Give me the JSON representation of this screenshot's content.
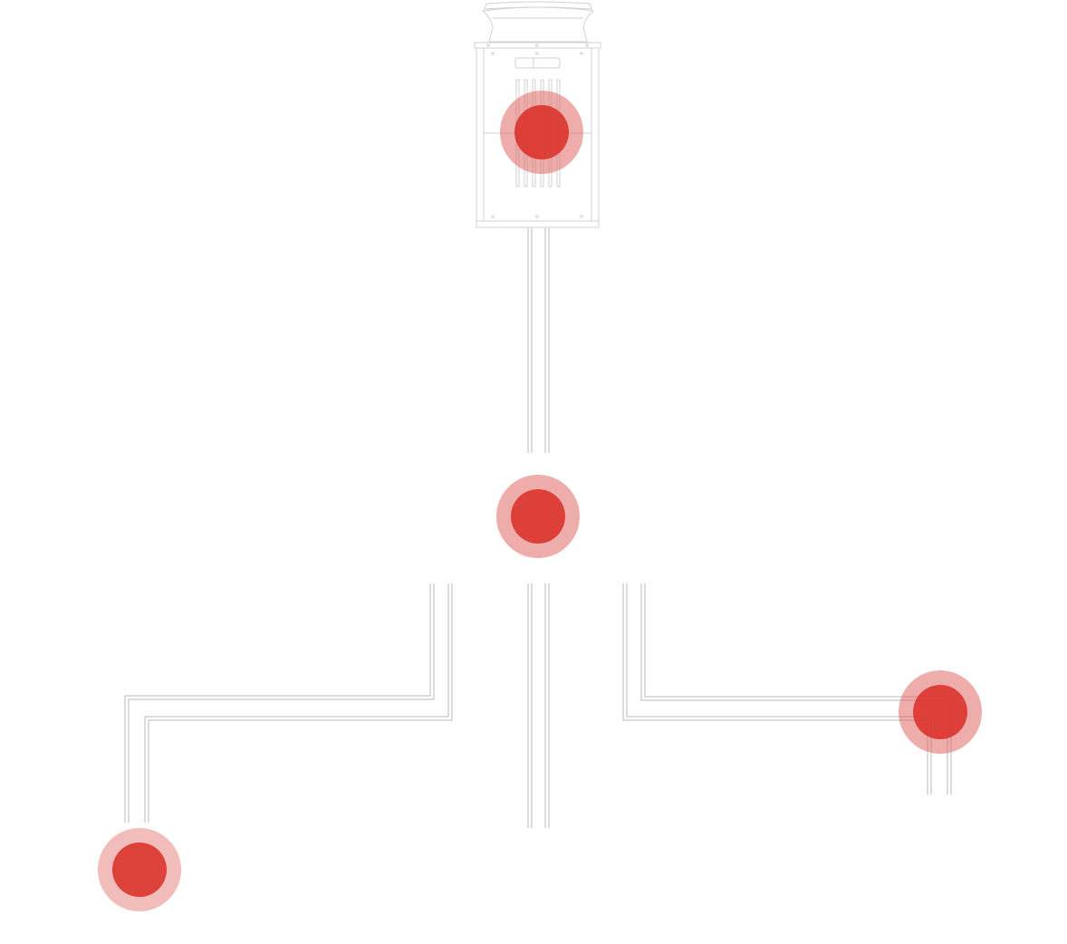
{
  "diagram": {
    "type": "piping-layout",
    "colors": {
      "background": "#ffffff",
      "pipe": "#b9b9b9",
      "unit_outline": "#d2d2d2",
      "hotspot_outer": "#e06a66",
      "hotspot_inner": "#d9342b"
    },
    "hotspots": [
      {
        "id": "unit-top"
      },
      {
        "id": "junction-center"
      },
      {
        "id": "branch-right"
      },
      {
        "id": "branch-left"
      }
    ]
  }
}
